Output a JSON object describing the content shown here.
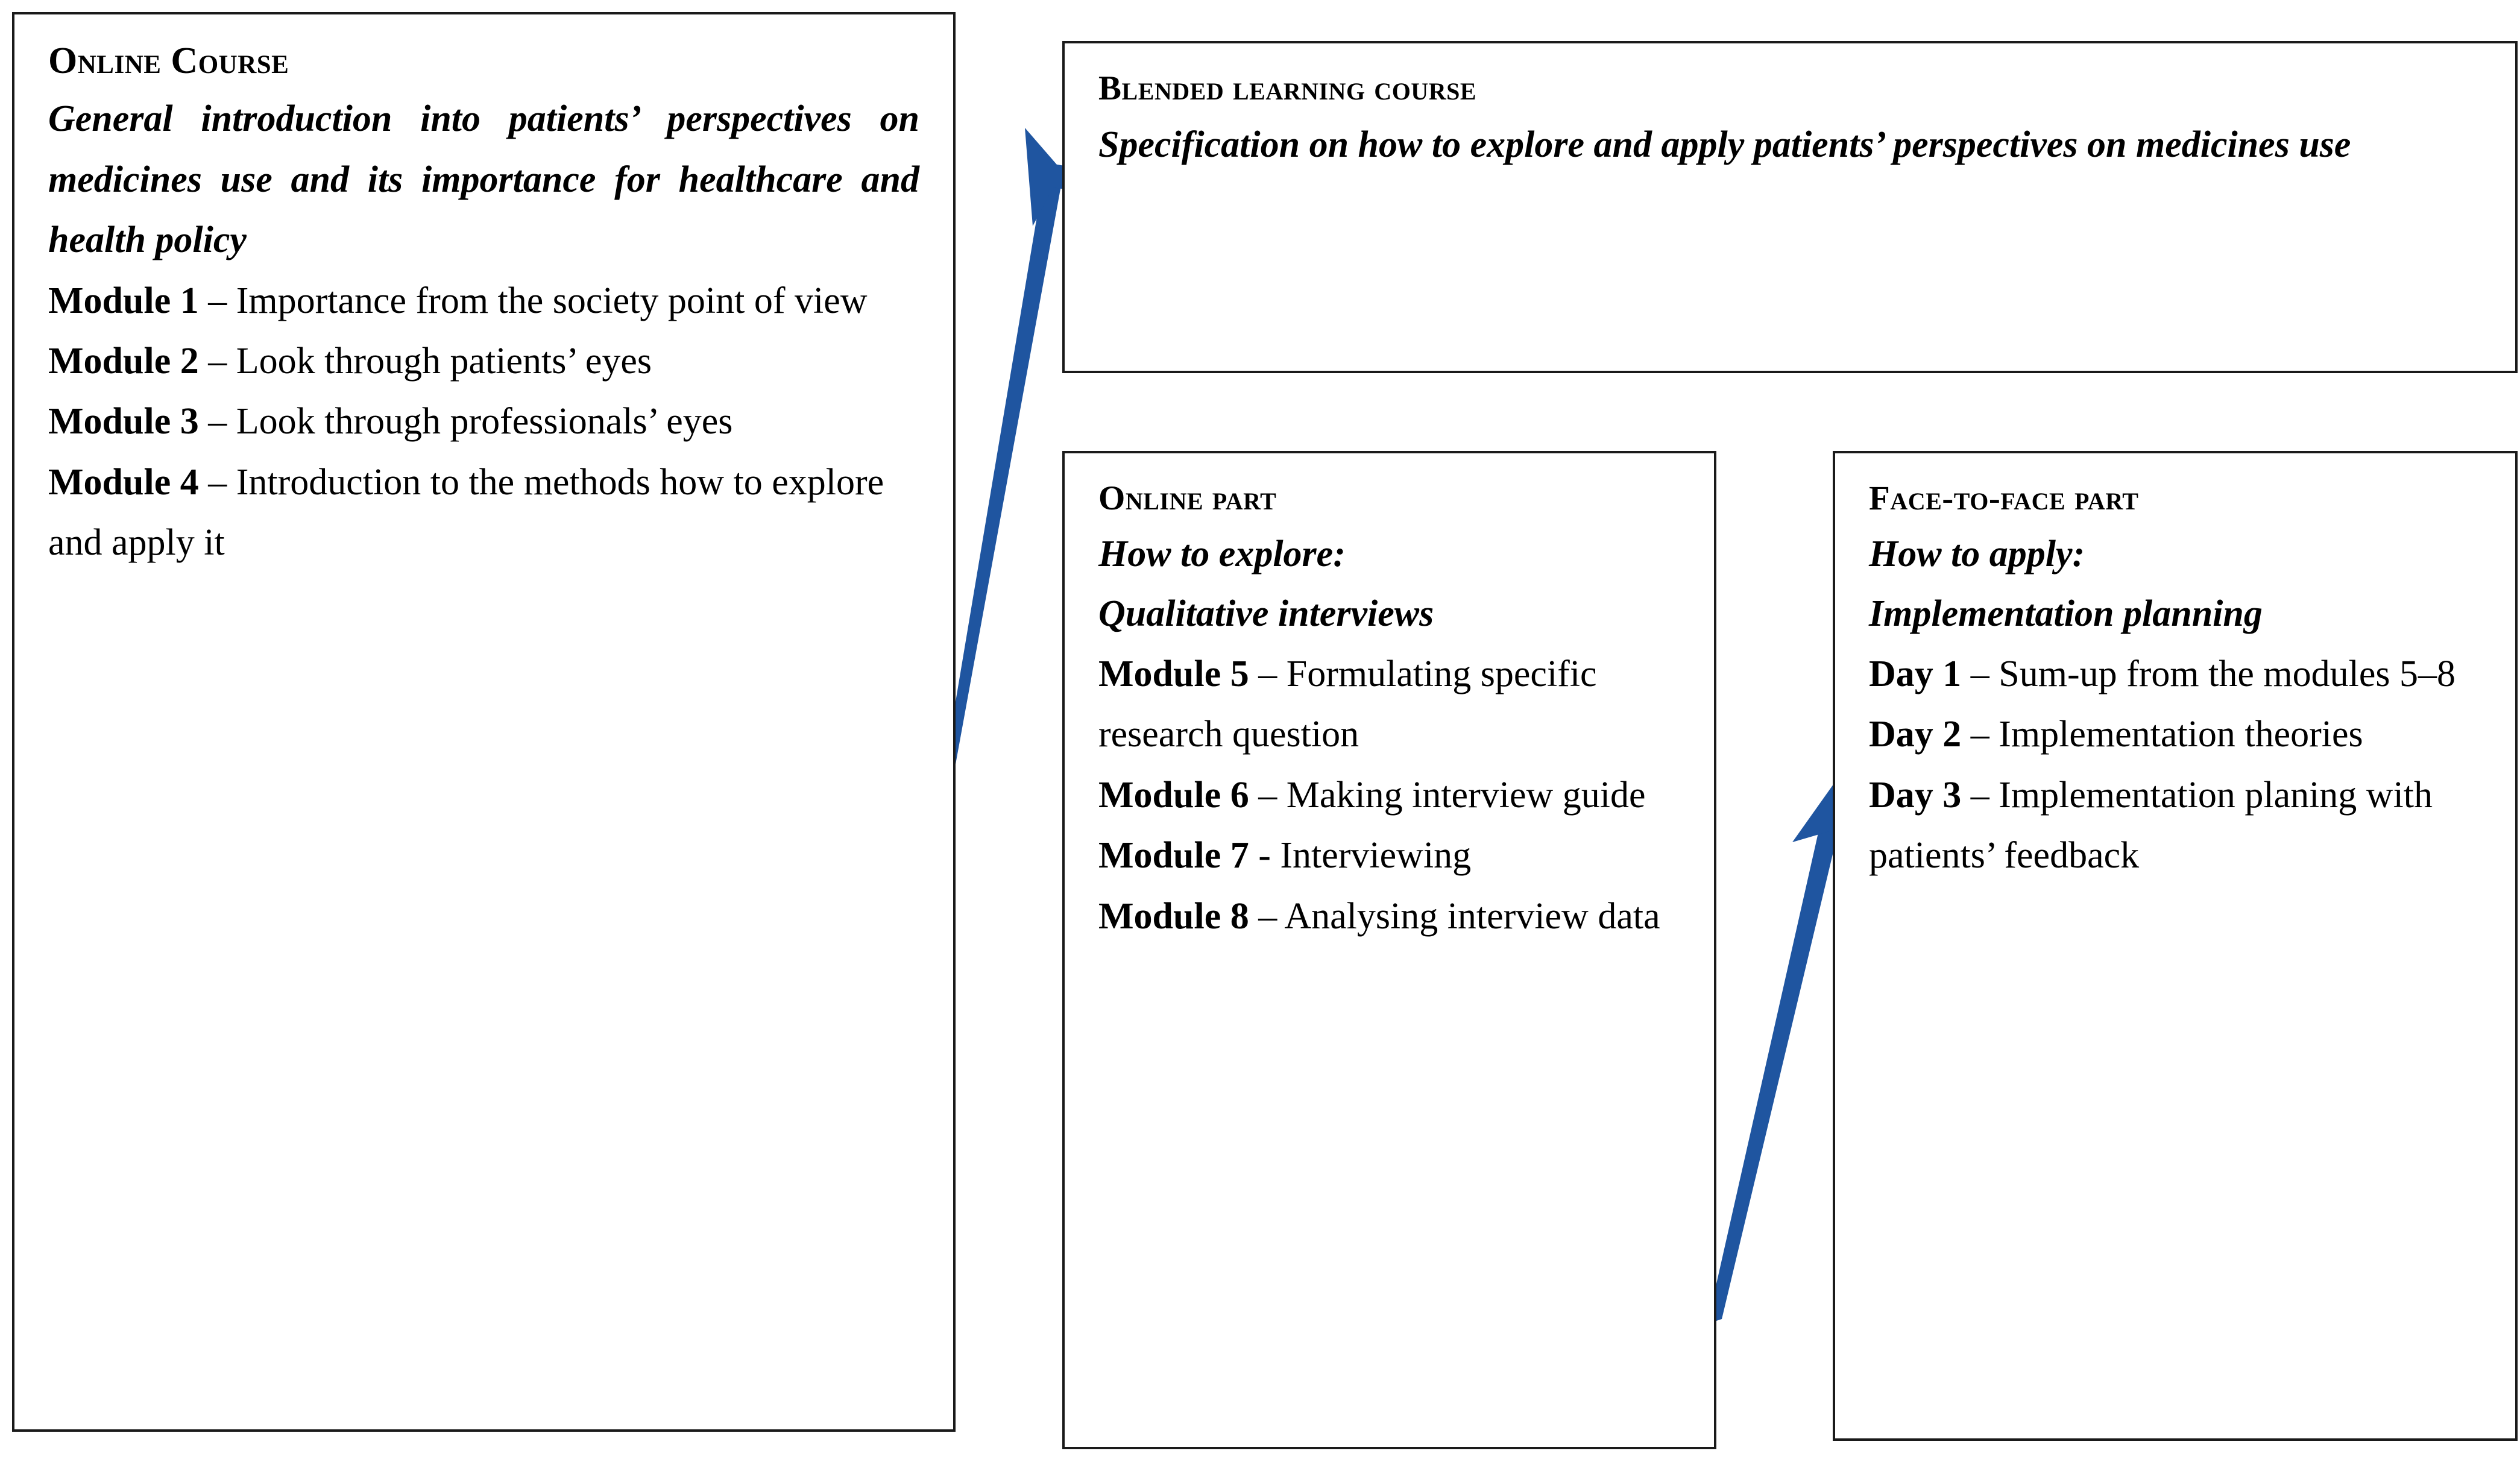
{
  "diagram": {
    "accent_color": "#1F55A0",
    "border_color": "#1A1A1A",
    "background_color": "#FFFFFF"
  },
  "boxes": {
    "online_course": {
      "header": "Online Course",
      "lead": "General introduction into patients’ perspectives on medicines use and its importance for healthcare and health policy",
      "items": [
        {
          "label": "Module 1",
          "dash": " – ",
          "text": "Importance from the society point of view"
        },
        {
          "label": "Module 2",
          "dash": " – ",
          "text": "Look through patients’ eyes"
        },
        {
          "label": "Module 3",
          "dash": " – ",
          "text": "Look through professionals’ eyes"
        },
        {
          "label": "Module 4",
          "dash": " – ",
          "text": "Introduction to the methods how to explore and apply it"
        }
      ]
    },
    "blended_learning_course": {
      "header": "Blended learning course",
      "lead": "Specification on how to explore and apply patients’ perspectives on medicines use"
    },
    "online_part": {
      "header": "Online part",
      "lead_line_1": "How to explore:",
      "lead_line_2": "Qualitative interviews",
      "items": [
        {
          "label": "Module 5",
          "dash": " – ",
          "text": "Formulating specific research question"
        },
        {
          "label": "Module 6",
          "dash": " – ",
          "text": "Making interview guide"
        },
        {
          "label": "Module 7",
          "dash": " - ",
          "text": "Interviewing"
        },
        {
          "label": "Module 8",
          "dash": " – ",
          "text": "Analysing interview data"
        }
      ]
    },
    "face_to_face_part": {
      "header": "Face-to-face part",
      "lead_line_1": "How to apply:",
      "lead_line_2": "Implementation planning",
      "items": [
        {
          "label": "Day 1",
          "dash": " – ",
          "text": "Sum-up from the modules 5–8"
        },
        {
          "label": "Day 2",
          "dash": " – ",
          "text": "Implementation theories"
        },
        {
          "label": "Day 3",
          "dash": " – ",
          "text": "Implementation planing with patients’ feedback"
        }
      ]
    }
  },
  "arrows": [
    {
      "name": "arrow-online-course-to-blended-course",
      "from": "online_course",
      "to": "blended_learning_course"
    },
    {
      "name": "arrow-online-part-to-face-to-face-part",
      "from": "online_part",
      "to": "face_to_face_part"
    }
  ]
}
